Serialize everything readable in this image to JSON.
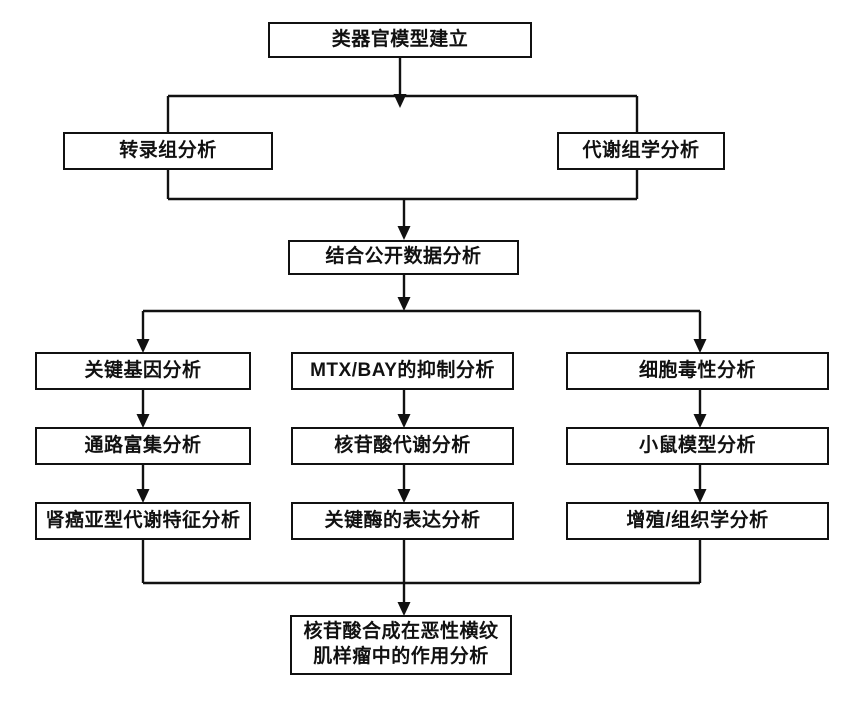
{
  "diagram": {
    "title_text": "类器官模型建立",
    "type": "flowchart",
    "orientation": "top-to-bottom",
    "line_color": "#111111",
    "box_fill": "#ffffff",
    "background": "#ffffff",
    "nodes": [
      {
        "id": "organoid-model",
        "label": "类器官模型建立",
        "row": 1,
        "column": "center"
      },
      {
        "id": "transcriptomics",
        "label": "转录组分析",
        "row": 2,
        "column": "left"
      },
      {
        "id": "metabolomics",
        "label": "代谢组学分析",
        "row": 2,
        "column": "right"
      },
      {
        "id": "public-data",
        "label": "结合公开数据分析",
        "row": 3,
        "column": "center"
      },
      {
        "id": "key-gene",
        "label": "关键基因分析",
        "row": 4,
        "column": "left"
      },
      {
        "id": "mtx-bay-inhibition",
        "label": "MTX/BAY的抑制分析",
        "row": 4,
        "column": "center"
      },
      {
        "id": "cytotoxicity",
        "label": "细胞毒性分析",
        "row": 4,
        "column": "right"
      },
      {
        "id": "pathway-enrichment",
        "label": "通路富集分析",
        "row": 5,
        "column": "left"
      },
      {
        "id": "nucleotide-metabolism",
        "label": "核苷酸代谢分析",
        "row": 5,
        "column": "center"
      },
      {
        "id": "mouse-model",
        "label": "小鼠模型分析",
        "row": 5,
        "column": "right"
      },
      {
        "id": "rcc-subtype-metabolism",
        "label": "肾癌亚型代谢特征分析",
        "row": 6,
        "column": "left"
      },
      {
        "id": "key-enzyme-expression",
        "label": "关键酶的表达分析",
        "row": 6,
        "column": "center"
      },
      {
        "id": "proliferation-histology",
        "label": "增殖/组织学分析",
        "row": 6,
        "column": "right"
      },
      {
        "id": "conclusion",
        "label": "核苷酸合成在恶性横纹\n肌样瘤中的作用分析",
        "row": 7,
        "column": "center"
      }
    ],
    "edges": [
      {
        "from": "organoid-model",
        "to": "transcriptomics",
        "style": "split-bus"
      },
      {
        "from": "organoid-model",
        "to": "metabolomics",
        "style": "split-bus"
      },
      {
        "from": "transcriptomics",
        "to": "public-data",
        "style": "merge-bus"
      },
      {
        "from": "metabolomics",
        "to": "public-data",
        "style": "merge-bus"
      },
      {
        "from": "public-data",
        "to": "key-gene",
        "style": "split-bus-arrow"
      },
      {
        "from": "public-data",
        "to": "mtx-bay-inhibition",
        "style": "bus-only"
      },
      {
        "from": "public-data",
        "to": "cytotoxicity",
        "style": "split-bus-arrow"
      },
      {
        "from": "key-gene",
        "to": "pathway-enrichment",
        "style": "straight-arrow"
      },
      {
        "from": "mtx-bay-inhibition",
        "to": "nucleotide-metabolism",
        "style": "straight-arrow"
      },
      {
        "from": "cytotoxicity",
        "to": "mouse-model",
        "style": "straight-arrow"
      },
      {
        "from": "pathway-enrichment",
        "to": "rcc-subtype-metabolism",
        "style": "straight-arrow"
      },
      {
        "from": "nucleotide-metabolism",
        "to": "key-enzyme-expression",
        "style": "straight-arrow"
      },
      {
        "from": "mouse-model",
        "to": "proliferation-histology",
        "style": "straight-arrow"
      },
      {
        "from": "rcc-subtype-metabolism",
        "to": "conclusion",
        "style": "merge-bus"
      },
      {
        "from": "key-enzyme-expression",
        "to": "conclusion",
        "style": "merge-bus"
      },
      {
        "from": "proliferation-histology",
        "to": "conclusion",
        "style": "merge-bus"
      }
    ]
  }
}
